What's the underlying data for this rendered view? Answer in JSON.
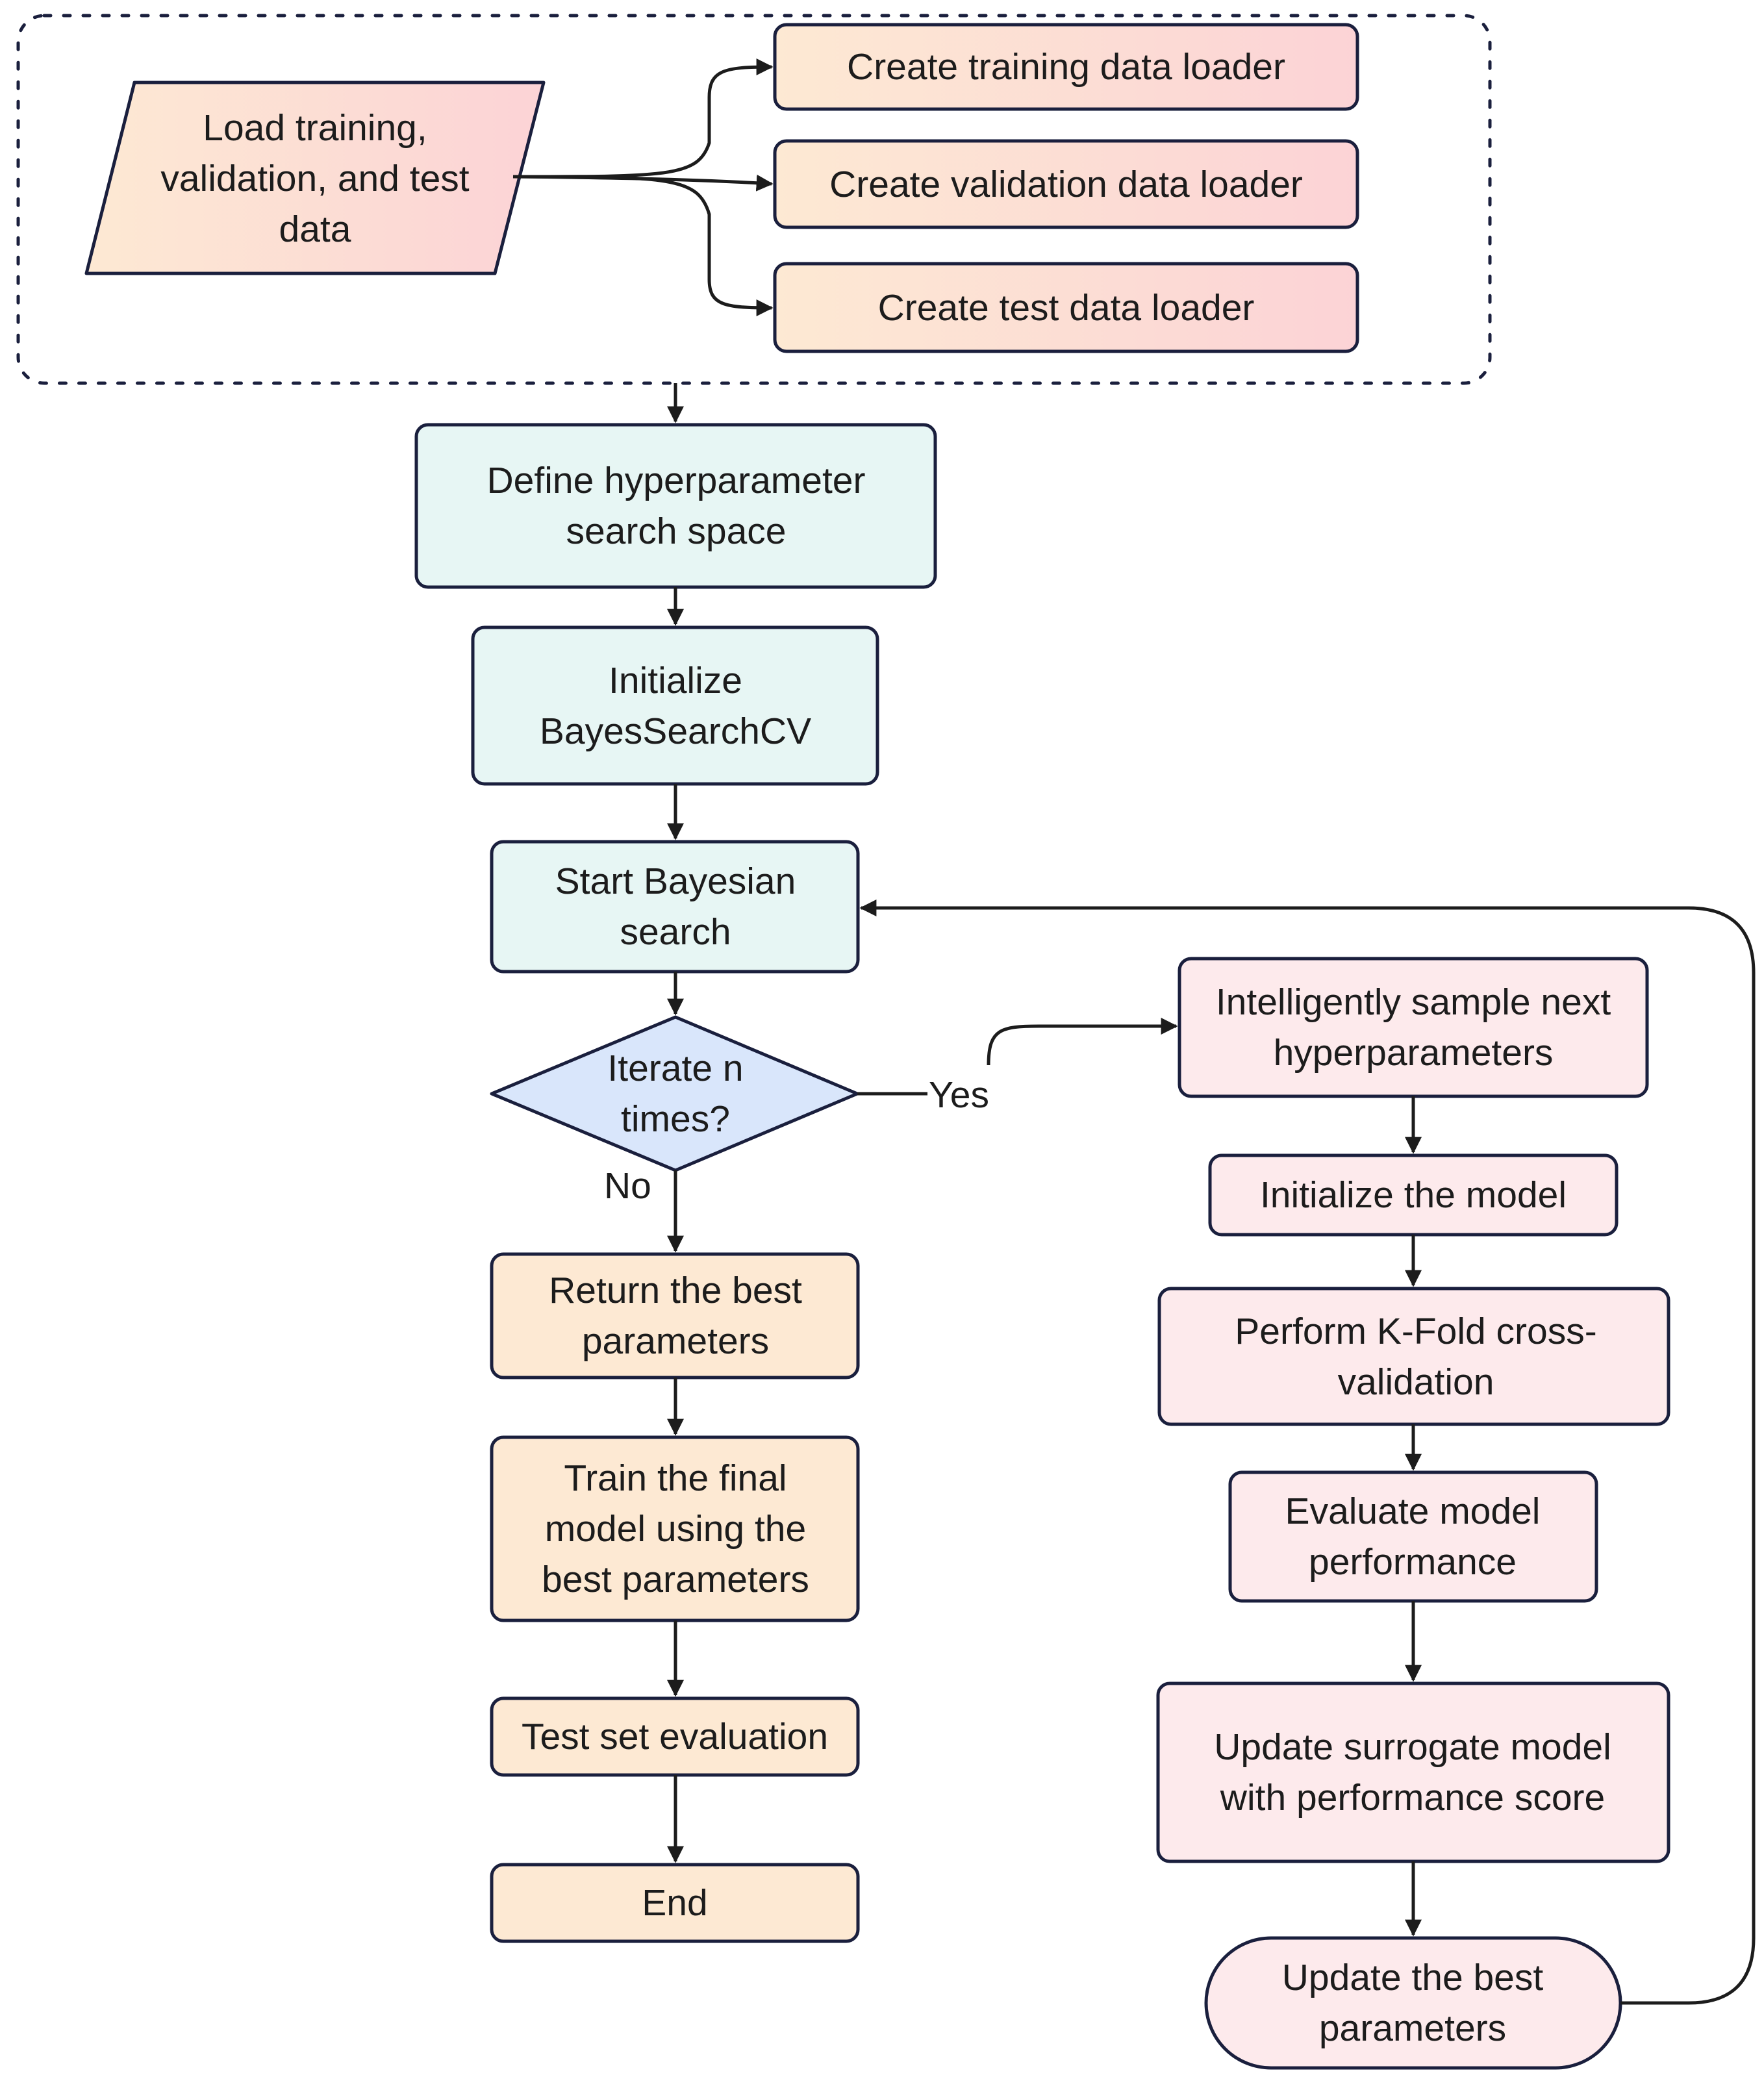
{
  "diagram": {
    "nodes": {
      "load_data": "Load training, validation, and test data",
      "train_loader": "Create training data loader",
      "val_loader": "Create validation data loader",
      "test_loader": "Create test data loader",
      "define_space": "Define hyperparameter search space",
      "init_bayes": "Initialize BayesSearchCV",
      "start_search": "Start Bayesian search",
      "iterate": "Iterate n times?",
      "return_best": "Return the best parameters",
      "train_final": "Train the final model using the best parameters",
      "test_eval": "Test set evaluation",
      "end": "End",
      "sample_next": "Intelligently sample next hyperparameters",
      "init_model": "Initialize the model",
      "kfold": "Perform K-Fold cross-validation",
      "evaluate": "Evaluate model performance",
      "update_surrogate": "Update surrogate model with performance score",
      "update_best": "Update the best parameters"
    },
    "edge_labels": {
      "yes": "Yes",
      "no": "No"
    },
    "colors": {
      "stroke": "#1a1f3d",
      "data_stage_gradient": [
        "#fde9d3",
        "#fcd3d6"
      ],
      "setup_fill": "#e7f6f4",
      "decision_fill": "#d9e6fb",
      "final_stage_fill": "#fde9d3",
      "loop_fill": "#fdeaec"
    }
  }
}
